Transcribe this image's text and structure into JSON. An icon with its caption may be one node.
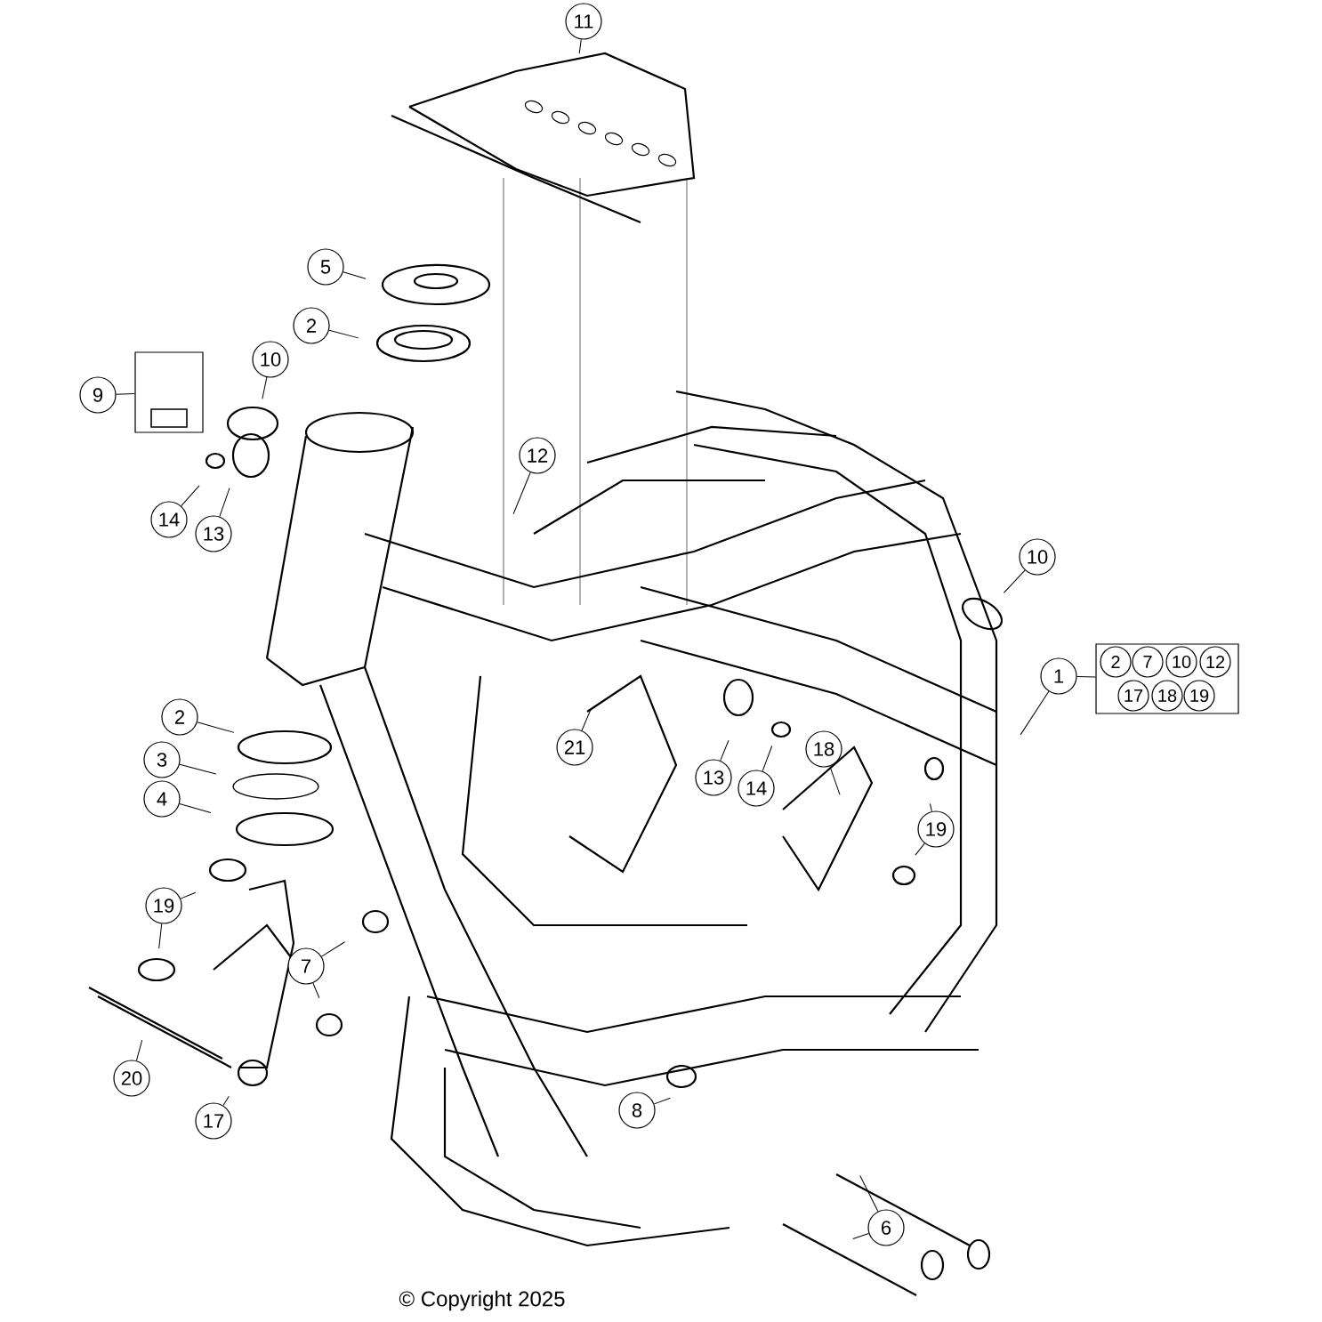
{
  "diagram": {
    "nodes": [
      {
        "text": [
          "11"
        ]
      },
      {
        "text": [
          "5"
        ]
      },
      {
        "text": [
          "2"
        ]
      },
      {
        "text": [
          "9"
        ]
      },
      {
        "text": [],
        "shape": "box"
      },
      {
        "text": [
          "10"
        ]
      },
      {
        "text": [
          "12"
        ]
      },
      {
        "text": [
          "14"
        ]
      },
      {
        "text": [
          "13"
        ]
      },
      {
        "text": [
          "10"
        ]
      },
      {
        "text": [
          "1"
        ]
      },
      {
        "text": [],
        "shape": "box"
      },
      {
        "text": [
          "2"
        ],
        "in": 11
      },
      {
        "text": [
          "7"
        ],
        "in": 11
      },
      {
        "text": [
          "10"
        ],
        "in": 11
      },
      {
        "text": [
          "12"
        ],
        "in": 11
      },
      {
        "text": [
          "17"
        ],
        "in": 11
      },
      {
        "text": [
          "18"
        ],
        "in": 11
      },
      {
        "text": [
          "19"
        ],
        "in": 11
      },
      {
        "text": [
          "2"
        ]
      },
      {
        "text": [
          "3"
        ]
      },
      {
        "text": [
          "4"
        ]
      },
      {
        "text": [
          "21"
        ]
      },
      {
        "text": [
          "13"
        ]
      },
      {
        "text": [
          "14"
        ]
      },
      {
        "text": [
          "18"
        ]
      },
      {
        "text": [
          "19"
        ]
      },
      {
        "text": [
          "19"
        ]
      },
      {
        "text": [
          "7"
        ]
      },
      {
        "text": [
          "8"
        ]
      },
      {
        "text": [
          "20"
        ]
      },
      {
        "text": [
          "17"
        ]
      },
      {
        "text": [
          "6"
        ]
      }
    ],
    "edges": [
      {
        "from": 0,
        "to": null,
        "arrow": "none"
      },
      {
        "from": 1,
        "to": null,
        "arrow": "none"
      },
      {
        "from": 2,
        "to": null,
        "arrow": "none"
      },
      {
        "from": 3,
        "to": 4,
        "arrow": "none"
      },
      {
        "from": 5,
        "to": null,
        "arrow": "none"
      },
      {
        "from": 6,
        "to": null,
        "arrow": "none"
      },
      {
        "from": 7,
        "to": null,
        "arrow": "none"
      },
      {
        "from": 8,
        "to": null,
        "arrow": "none"
      },
      {
        "from": 9,
        "to": null,
        "arrow": "none"
      },
      {
        "from": 10,
        "to": 11,
        "arrow": "none"
      },
      {
        "from": 10,
        "to": null,
        "arrow": "none"
      },
      {
        "from": 19,
        "to": null,
        "arrow": "none"
      },
      {
        "from": 20,
        "to": null,
        "arrow": "none"
      },
      {
        "from": 21,
        "to": null,
        "arrow": "none"
      },
      {
        "from": 22,
        "to": null,
        "arrow": "none"
      },
      {
        "from": 23,
        "to": null,
        "arrow": "none"
      },
      {
        "from": 24,
        "to": null,
        "arrow": "none"
      },
      {
        "from": 25,
        "to": null,
        "arrow": "none"
      },
      {
        "from": 26,
        "to": null,
        "arrow": "none"
      },
      {
        "from": 26,
        "to": null,
        "arrow": "none"
      },
      {
        "from": 27,
        "to": null,
        "arrow": "none"
      },
      {
        "from": 27,
        "to": null,
        "arrow": "none"
      },
      {
        "from": 28,
        "to": null,
        "arrow": "none"
      },
      {
        "from": 28,
        "to": null,
        "arrow": "none"
      },
      {
        "from": 29,
        "to": null,
        "arrow": "none"
      },
      {
        "from": 30,
        "to": null,
        "arrow": "none"
      },
      {
        "from": 31,
        "to": null,
        "arrow": "none"
      },
      {
        "from": 32,
        "to": null,
        "arrow": "none"
      },
      {
        "from": 32,
        "to": null,
        "arrow": "none"
      }
    ],
    "labels": [
      "© Copyright 2025"
    ]
  }
}
